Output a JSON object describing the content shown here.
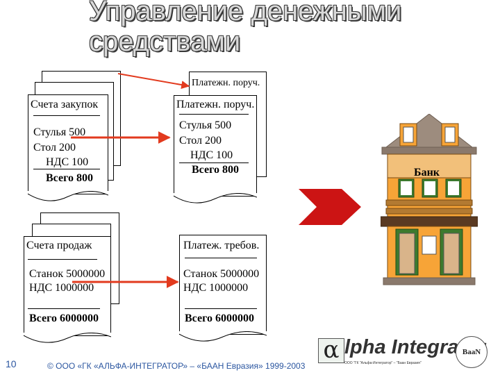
{
  "title": "Управление денежными средствами",
  "purchases": {
    "header": "Счета закупок",
    "lines": [
      "Стулья   500",
      "Стол       200",
      "НДС  100"
    ],
    "total": "Всего 800"
  },
  "payment_order": {
    "back_label": "Платежн. поруч.",
    "header": "Платежн. поруч.",
    "lines": [
      "Стулья    500",
      "Стол       200",
      "НДС  100"
    ],
    "total": "Всего 800"
  },
  "sales": {
    "header": "Счета продаж",
    "lines": [
      "Станок 5000000",
      "НДС   1000000"
    ],
    "total": "Всего 6000000"
  },
  "payment_request": {
    "header": "Платеж. требов.",
    "lines": [
      "Станок 5000000",
      "НДС   1000000"
    ],
    "total": "Всего 6000000"
  },
  "bank": {
    "label": "Банк"
  },
  "logo": {
    "text": "lpha Integrator",
    "alpha": "α",
    "small": "ООО \"ГК \"Альфа-Интегратор\" – \"Баан Евразия\"",
    "bann": "BaaN"
  },
  "footer": "© ООО «ГК «АЛЬФА-ИНТЕГРАТОР» – «БААН Евразия» 1999-2003",
  "page_number": "10",
  "colors": {
    "arrow": "#e23a1e",
    "big_arrow": "#cc1414",
    "house_wall": "#f7a437",
    "roof": "#9d8c7e"
  }
}
